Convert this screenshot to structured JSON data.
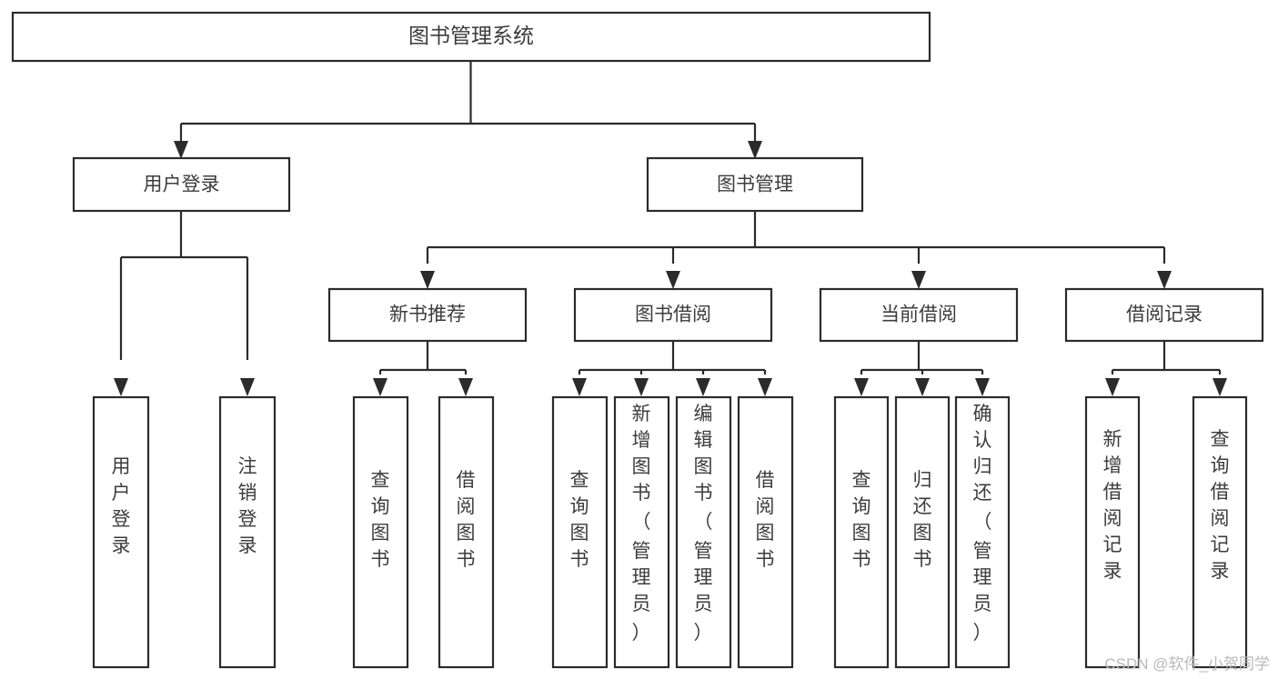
{
  "diagram": {
    "title": "图书管理系统",
    "watermark": "CSDN @软件_小贺同学",
    "colors": {
      "box_stroke": "#2b2b2b",
      "box_fill": "#ffffff",
      "text": "#3c3c3c",
      "background": "#ffffff",
      "watermark": "#b9b9b9"
    },
    "root": {
      "label": "图书管理系统",
      "children": [
        {
          "label": "用户登录",
          "children": [
            {
              "label": "用户登录"
            },
            {
              "label": "注销登录"
            }
          ]
        },
        {
          "label": "图书管理",
          "children": [
            {
              "label": "新书推荐",
              "children": [
                {
                  "label": "查询图书"
                },
                {
                  "label": "借阅图书"
                }
              ]
            },
            {
              "label": "图书借阅",
              "children": [
                {
                  "label": "查询图书"
                },
                {
                  "label": "新增图书（管理员）"
                },
                {
                  "label": "编辑图书（管理员）"
                },
                {
                  "label": "借阅图书"
                }
              ]
            },
            {
              "label": "当前借阅",
              "children": [
                {
                  "label": "查询图书"
                },
                {
                  "label": "归还图书"
                },
                {
                  "label": "确认归还（管理员）"
                }
              ]
            },
            {
              "label": "借阅记录",
              "children": [
                {
                  "label": "新增借阅记录"
                },
                {
                  "label": "查询借阅记录"
                }
              ]
            }
          ]
        }
      ]
    },
    "nodes": {
      "root_title": "图书管理系统",
      "l2_user_login": "用户登录",
      "l2_book_manage": "图书管理",
      "l3_new_book_rec": "新书推荐",
      "l3_book_borrow": "图书借阅",
      "l3_current_borrow": "当前借阅",
      "l3_borrow_record": "借阅记录",
      "leaf_user_login": "用户登录",
      "leaf_logout": "注销登录",
      "leaf_rec_query_book": "查询图书",
      "leaf_rec_borrow_book": "借阅图书",
      "leaf_borrow_query_book": "查询图书",
      "leaf_borrow_add_book": "新增图书（管理员）",
      "leaf_borrow_edit_book": "编辑图书（管理员）",
      "leaf_borrow_borrow_book": "借阅图书",
      "leaf_cur_query_book": "查询图书",
      "leaf_cur_return_book": "归还图书",
      "leaf_cur_confirm_return": "确认归还（管理员）",
      "leaf_rec_add_record": "新增借阅记录",
      "leaf_rec_query_record": "查询借阅记录"
    }
  }
}
